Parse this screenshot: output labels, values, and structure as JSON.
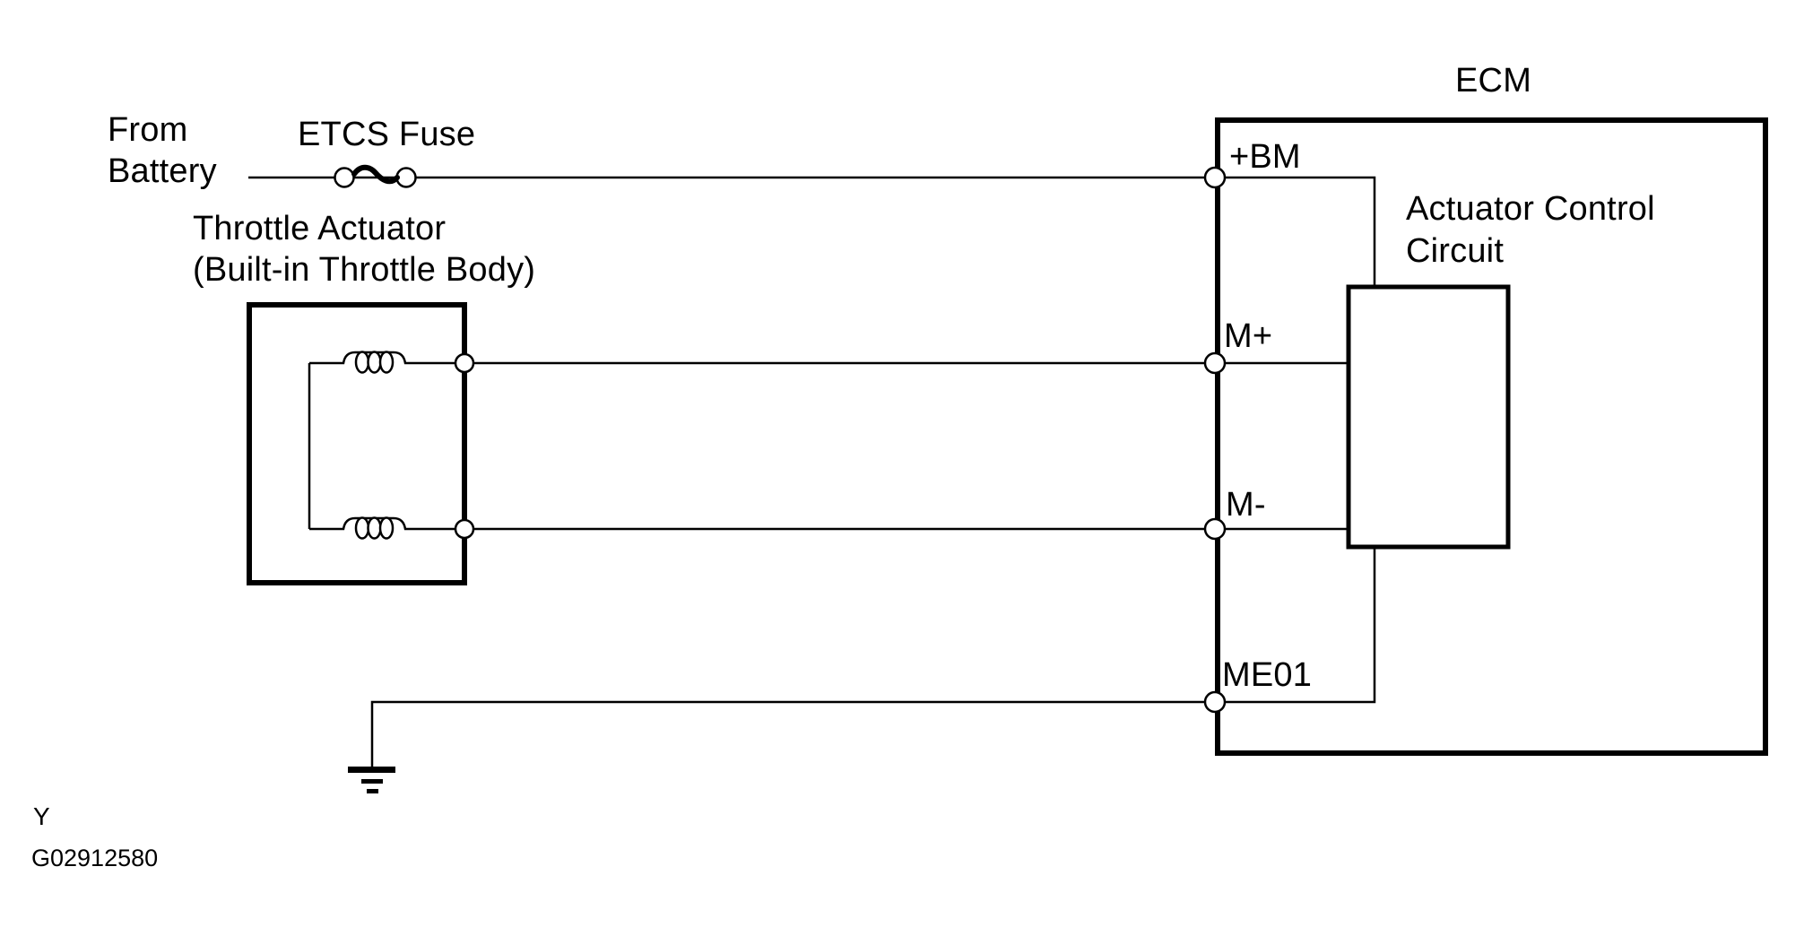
{
  "diagram": {
    "battery_source": {
      "line1": "From",
      "line2": "Battery"
    },
    "fuse": {
      "label": "ETCS Fuse",
      "symbol": "fuse-icon"
    },
    "throttle_actuator": {
      "title": "Throttle Actuator",
      "subtitle": "(Built-in Throttle Body)",
      "coil_count": 2
    },
    "ecm": {
      "title": "ECM",
      "pins": {
        "bm": "+BM",
        "m_plus": "M+",
        "m_minus": "M-",
        "me01": "ME01"
      },
      "actuator_control_circuit": {
        "line1": "Actuator Control",
        "line2": "Circuit"
      }
    },
    "ground": {
      "symbol": "ground-icon"
    },
    "footer": {
      "page_ref": "Y",
      "figure_id": "G02912580"
    },
    "colors": {
      "ink": "#000000",
      "paper": "#ffffff"
    }
  }
}
